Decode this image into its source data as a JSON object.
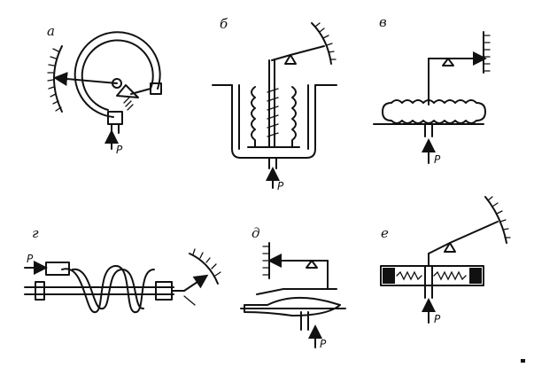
{
  "labels": {
    "a": "а",
    "b": "б",
    "v": "в",
    "g": "г",
    "d": "д",
    "e": "е"
  },
  "pressure_label": "P"
}
